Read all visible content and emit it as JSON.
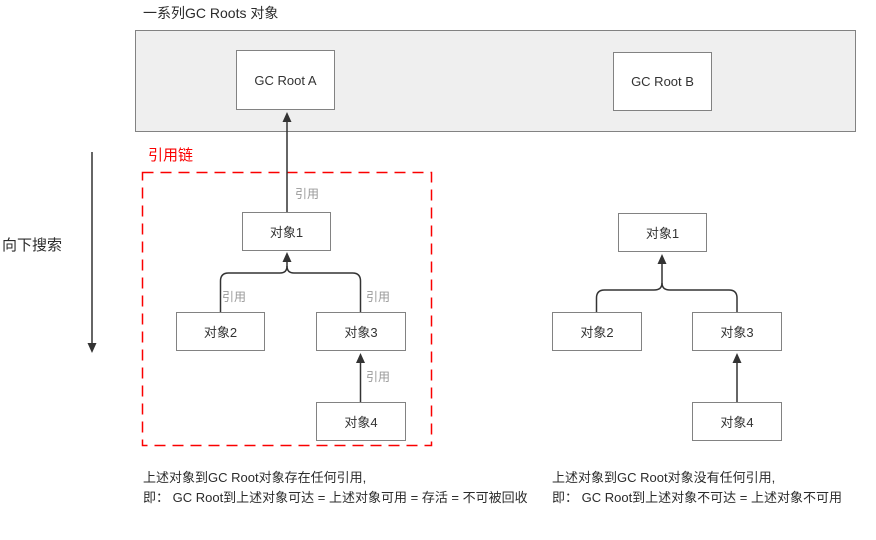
{
  "title": "一系列GC Roots 对象",
  "gc_roots": {
    "root_a": "GC Root A",
    "root_b": "GC Root B"
  },
  "labels": {
    "down_search": "向下搜索",
    "reference_chain": "引用链",
    "reference": "引用"
  },
  "left_diagram": {
    "obj1": "对象1",
    "obj2": "对象2",
    "obj3": "对象3",
    "obj4": "对象4"
  },
  "right_diagram": {
    "obj1": "对象1",
    "obj2": "对象2",
    "obj3": "对象3",
    "obj4": "对象4"
  },
  "captions": {
    "left": {
      "line1": "上述对象到GC Root对象存在任何引用,",
      "line2": "即： GC Root到上述对象可达 = 上述对象可用 = 存活 = 不可被回收"
    },
    "right": {
      "line1": "上述对象到GC Root对象没有任何引用,",
      "line2": "即： GC Root到上述对象不可达 = 上述对象不可用"
    }
  },
  "colors": {
    "red": "#fa0000",
    "banner_fill": "#efefef",
    "box_border": "#828282",
    "line": "#333333",
    "reference_label": "#999999",
    "text": "#2b2b2b"
  }
}
